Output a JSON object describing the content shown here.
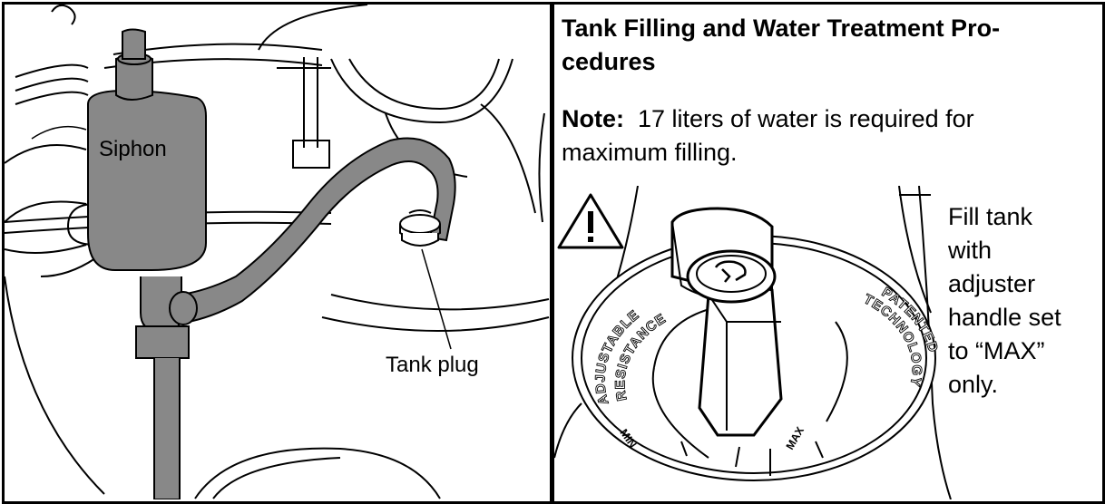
{
  "left_figure": {
    "siphon_label": "Siphon",
    "tank_plug_label": "Tank plug"
  },
  "section": {
    "title_line1": "Tank Filling and Water Treatment Pro-",
    "title_line2": "cedures"
  },
  "note": {
    "label": "Note:",
    "text_line1": "17 liters of water is required for",
    "text_line2": "maximum filling."
  },
  "dial": {
    "text_left_outer": "ADJUSTABLE",
    "text_left_inner": "RESISTANCE",
    "text_right_outer": "PATENTED",
    "text_right_inner": "TECHNOLOGY",
    "min_label": "MIN",
    "max_label": "MAX"
  },
  "fill_instruction": {
    "lines": [
      "Fill tank",
      "with",
      "adjuster",
      "handle set",
      "to “MAX”",
      "only."
    ]
  },
  "icons": {
    "warning": "warning-triangle-icon"
  }
}
